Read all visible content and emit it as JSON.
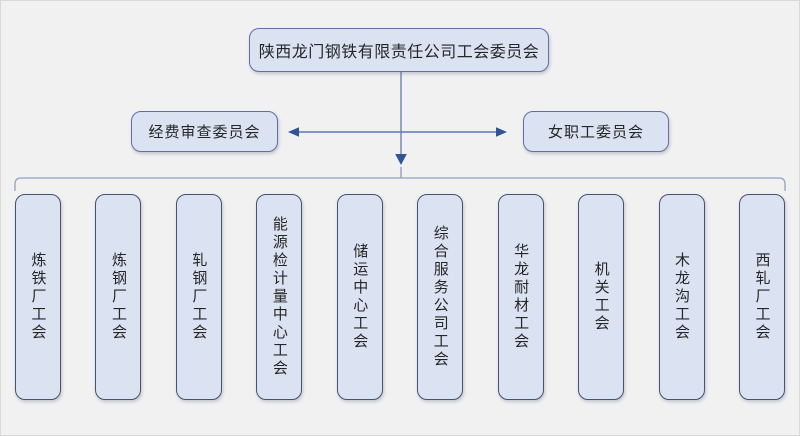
{
  "root": {
    "title": "陕西龙门钢铁有限责任公司工会委员会"
  },
  "committees": [
    {
      "label": "经费审查委员会"
    },
    {
      "label": "女职工委员会"
    }
  ],
  "branches": [
    {
      "label": "炼铁厂工会"
    },
    {
      "label": "炼钢厂工会"
    },
    {
      "label": "轧钢厂工会"
    },
    {
      "label": "能源检计量中心工会"
    },
    {
      "label": "储运中心工会"
    },
    {
      "label": "综合服务公司工会"
    },
    {
      "label": "华龙耐材工会"
    },
    {
      "label": "机关工会"
    },
    {
      "label": "木龙沟工会"
    },
    {
      "label": "西轧厂工会"
    }
  ],
  "colors": {
    "background": "#f1f1f2",
    "box_fill": "#dbe3f3",
    "box_border_dark": "#44546a",
    "box_border_blue": "#6071a0",
    "connector_line": "#7e91bb",
    "arrowhead": "#2f5597"
  }
}
